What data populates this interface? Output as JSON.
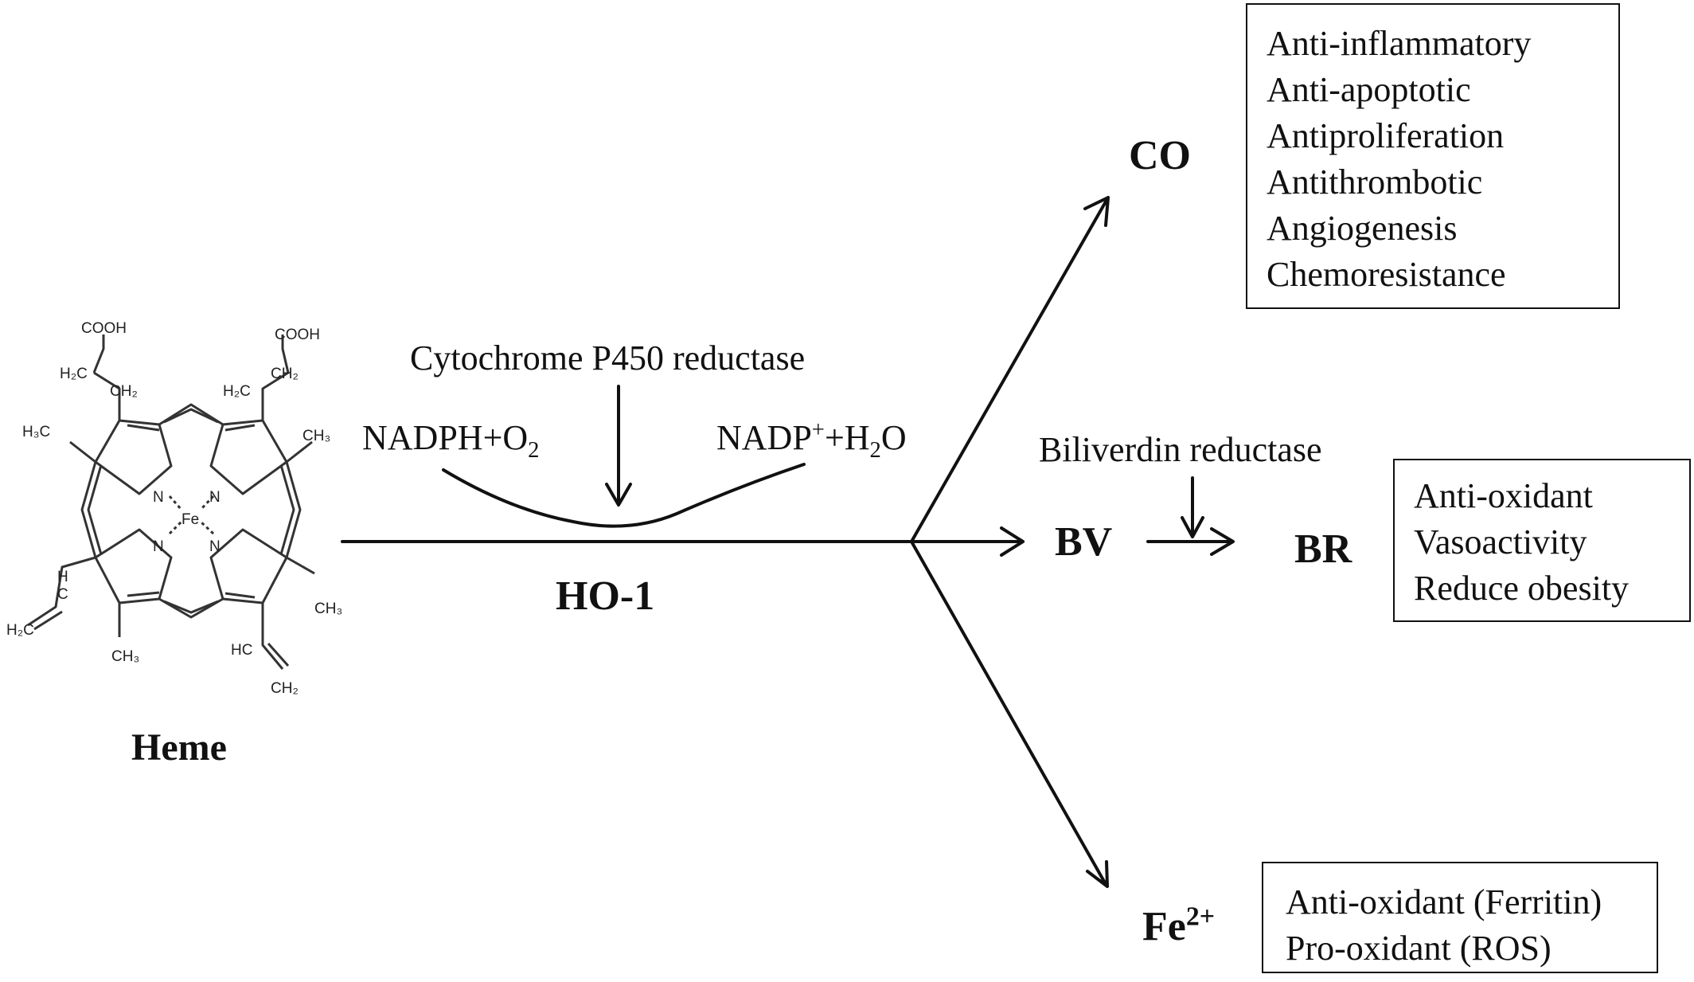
{
  "heme": {
    "label": "Heme",
    "atoms": {
      "cooh_left": "COOH",
      "cooh_right": "COOH",
      "h2c_left": "H₂C",
      "ch2_left": "CH₂",
      "h2c_right": "H₂C",
      "ch2_right": "CH₂",
      "h3c_top_left": "H₃C",
      "ch3_top_right": "CH₃",
      "h_left": "H",
      "c_left": "C",
      "h2c_bottom_left": "H₂C",
      "ch3_bottom_left": "CH₃",
      "hc_bottom_right": "HC",
      "ch2_bottom_right": "CH₂",
      "ch3_bottom_right": "CH₃",
      "fe": "Fe",
      "n1": "N",
      "n2": "N",
      "n3": "N",
      "n4": "N"
    }
  },
  "reaction": {
    "cytochrome": "Cytochrome  P450 reductase",
    "nadph_main": "NADPH+O",
    "nadph_sub": "2",
    "nadp_main": "NADP",
    "nadp_sup": "+",
    "nadp_mid": "+H",
    "nadp_sub": "2",
    "nadp_end": "O",
    "enzyme": "HO-1"
  },
  "products": {
    "co": "CO",
    "bv": "BV",
    "br": "BR",
    "biliverdin_reductase": "Biliverdin reductase",
    "fe_main": "Fe",
    "fe_sup": "2+"
  },
  "boxes": {
    "co_effects": [
      "Anti-inflammatory",
      "Anti-apoptotic",
      "Antiproliferation",
      "Antithrombotic",
      "Angiogenesis",
      "Chemoresistance"
    ],
    "br_effects": [
      "Anti-oxidant",
      "Vasoactivity",
      "Reduce obesity"
    ],
    "fe_effects": [
      "Anti-oxidant  (Ferritin)",
      "Pro-oxidant  (ROS)"
    ]
  }
}
